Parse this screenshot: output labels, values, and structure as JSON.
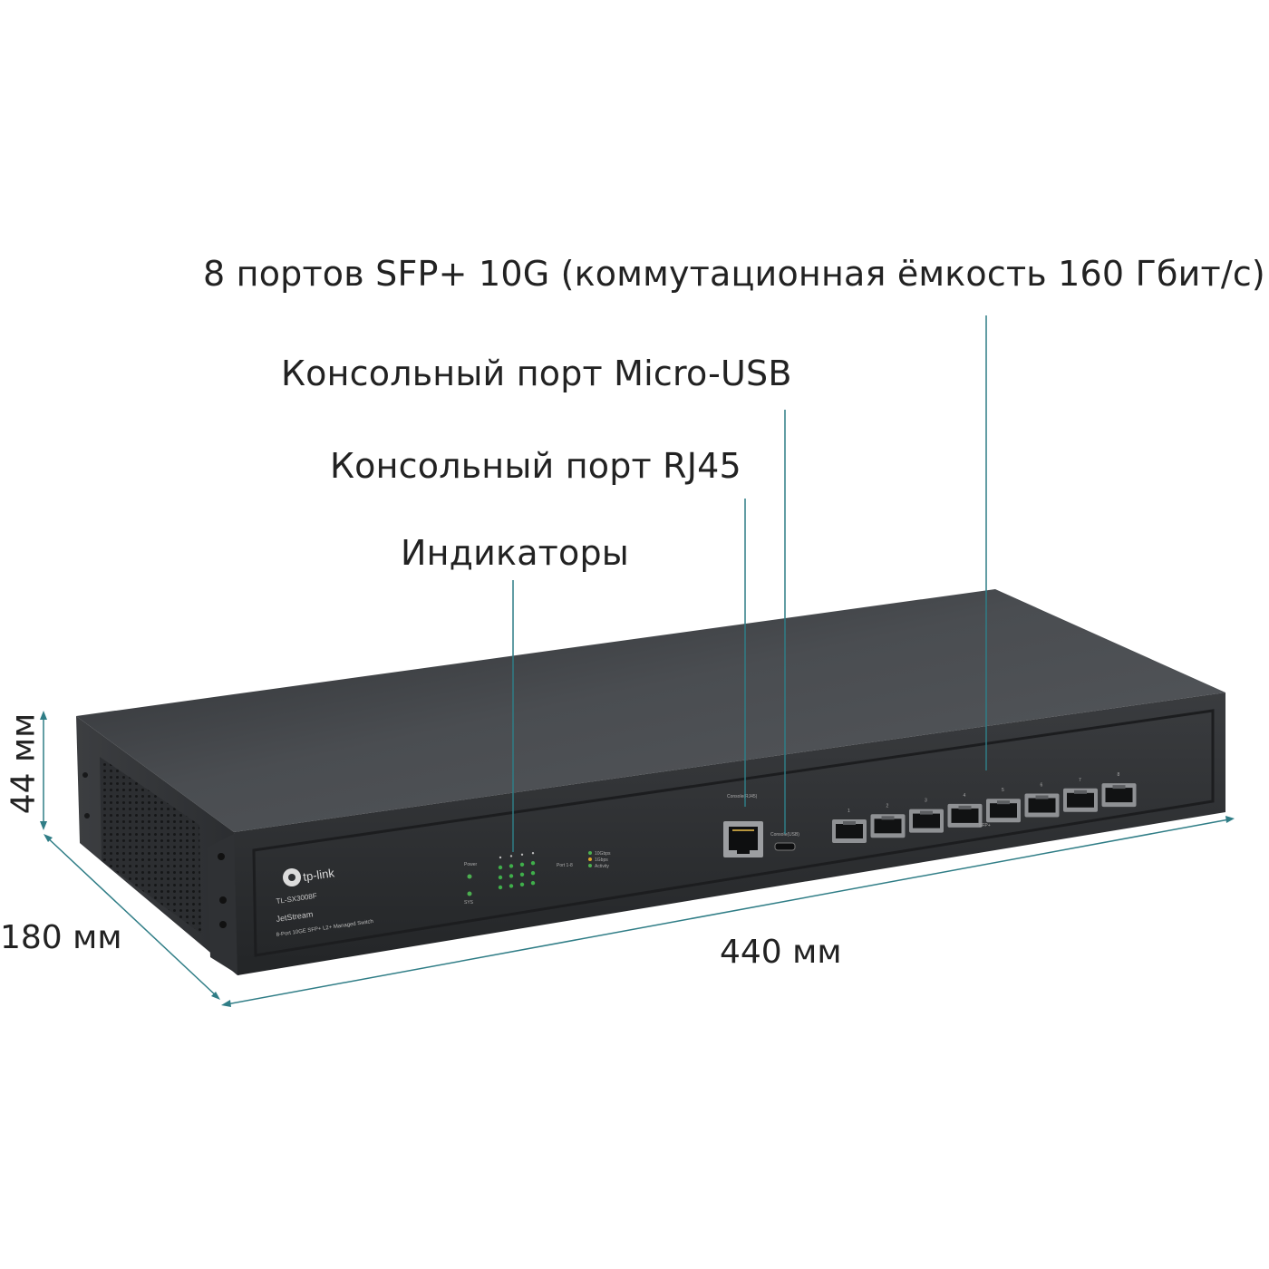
{
  "callouts": {
    "sfp_ports": "8 портов SFP+ 10G (коммутационная ёмкость 160 Гбит/с)",
    "console_usb": "Консольный порт Micro-USB",
    "console_rj45": "Консольный порт RJ45",
    "indicators": "Индикаторы"
  },
  "dimensions": {
    "height": "44 мм",
    "depth": "180 мм",
    "width": "440 мм"
  },
  "device": {
    "brand": "tp-link",
    "model": "TL-SX3008F",
    "series": "JetStream",
    "description": "8-Port 10GE SFP+ L2+ Managed Switch",
    "led_labels": [
      "Power",
      "SYS"
    ],
    "port_legend_label": "Port 1-8",
    "port_legend_items": [
      "10Gbps",
      "1Gbps",
      "Activity"
    ],
    "console_rj45_label": "Console(RJ45)",
    "console_usb_label": "Console(USB)",
    "sfp_group_label": "SFP+",
    "port_numbers": [
      "1",
      "2",
      "3",
      "4",
      "5",
      "6",
      "7",
      "8"
    ]
  },
  "colors": {
    "leader_line": "#2f7d86",
    "dimension_line": "#2f7d86",
    "chassis_top": "#3b3d40",
    "chassis_front": "#2e3033"
  }
}
